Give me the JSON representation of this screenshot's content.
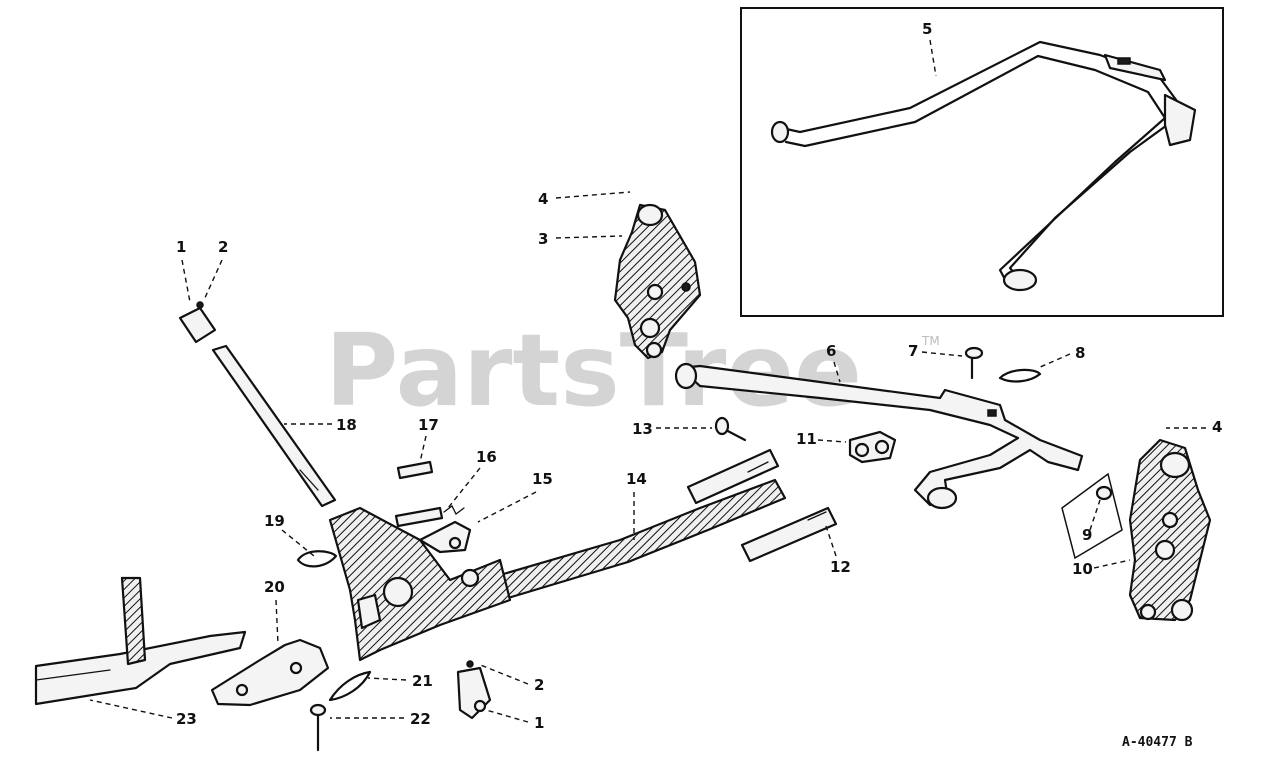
{
  "watermark": {
    "text": "PartsTree",
    "trademark": "TM"
  },
  "drawing_ref": "A-40477 B",
  "callouts": [
    {
      "id": "c1a",
      "number": "1"
    },
    {
      "id": "c2a",
      "number": "2"
    },
    {
      "id": "c4a",
      "number": "4"
    },
    {
      "id": "c3",
      "number": "3"
    },
    {
      "id": "c5",
      "number": "5"
    },
    {
      "id": "c6",
      "number": "6"
    },
    {
      "id": "c7",
      "number": "7"
    },
    {
      "id": "c8",
      "number": "8"
    },
    {
      "id": "c4b",
      "number": "4"
    },
    {
      "id": "c13",
      "number": "13"
    },
    {
      "id": "c11",
      "number": "11"
    },
    {
      "id": "c18",
      "number": "18"
    },
    {
      "id": "c17",
      "number": "17"
    },
    {
      "id": "c16",
      "number": "16"
    },
    {
      "id": "c15",
      "number": "15"
    },
    {
      "id": "c14",
      "number": "14"
    },
    {
      "id": "c9",
      "number": "9"
    },
    {
      "id": "c10",
      "number": "10"
    },
    {
      "id": "c12",
      "number": "12"
    },
    {
      "id": "c19",
      "number": "19"
    },
    {
      "id": "c20",
      "number": "20"
    },
    {
      "id": "c21",
      "number": "21"
    },
    {
      "id": "c2b",
      "number": "2"
    },
    {
      "id": "c22",
      "number": "22"
    },
    {
      "id": "c1b",
      "number": "1"
    },
    {
      "id": "c23",
      "number": "23"
    }
  ]
}
